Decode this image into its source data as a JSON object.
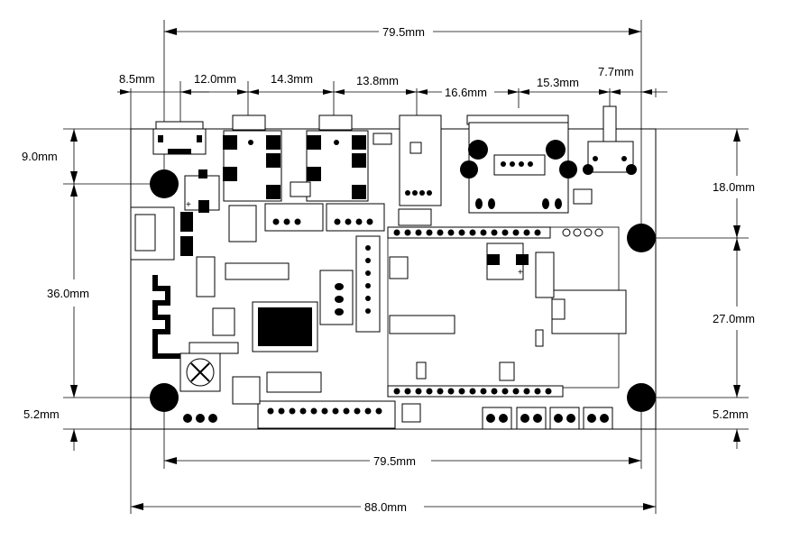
{
  "diagram": {
    "dimensions": {
      "top_width": "79.5mm",
      "usb_offset": "8.5mm",
      "seg_1": "12.0mm",
      "seg_2": "14.3mm",
      "seg_3": "13.8mm",
      "seg_4": "16.6mm",
      "seg_5": "15.3mm",
      "seg_6": "7.7mm",
      "left_top": "9.0mm",
      "left_mid": "36.0mm",
      "left_bottom": "5.2mm",
      "right_top": "18.0mm",
      "right_mid": "27.0mm",
      "right_bottom": "5.2mm",
      "bottom_hole_span": "79.5mm",
      "overall_width": "88.0mm"
    },
    "marks": {
      "plus_a": "+",
      "plus_b": "+"
    }
  },
  "colors": {
    "ink": "#000000",
    "paper": "#ffffff"
  }
}
